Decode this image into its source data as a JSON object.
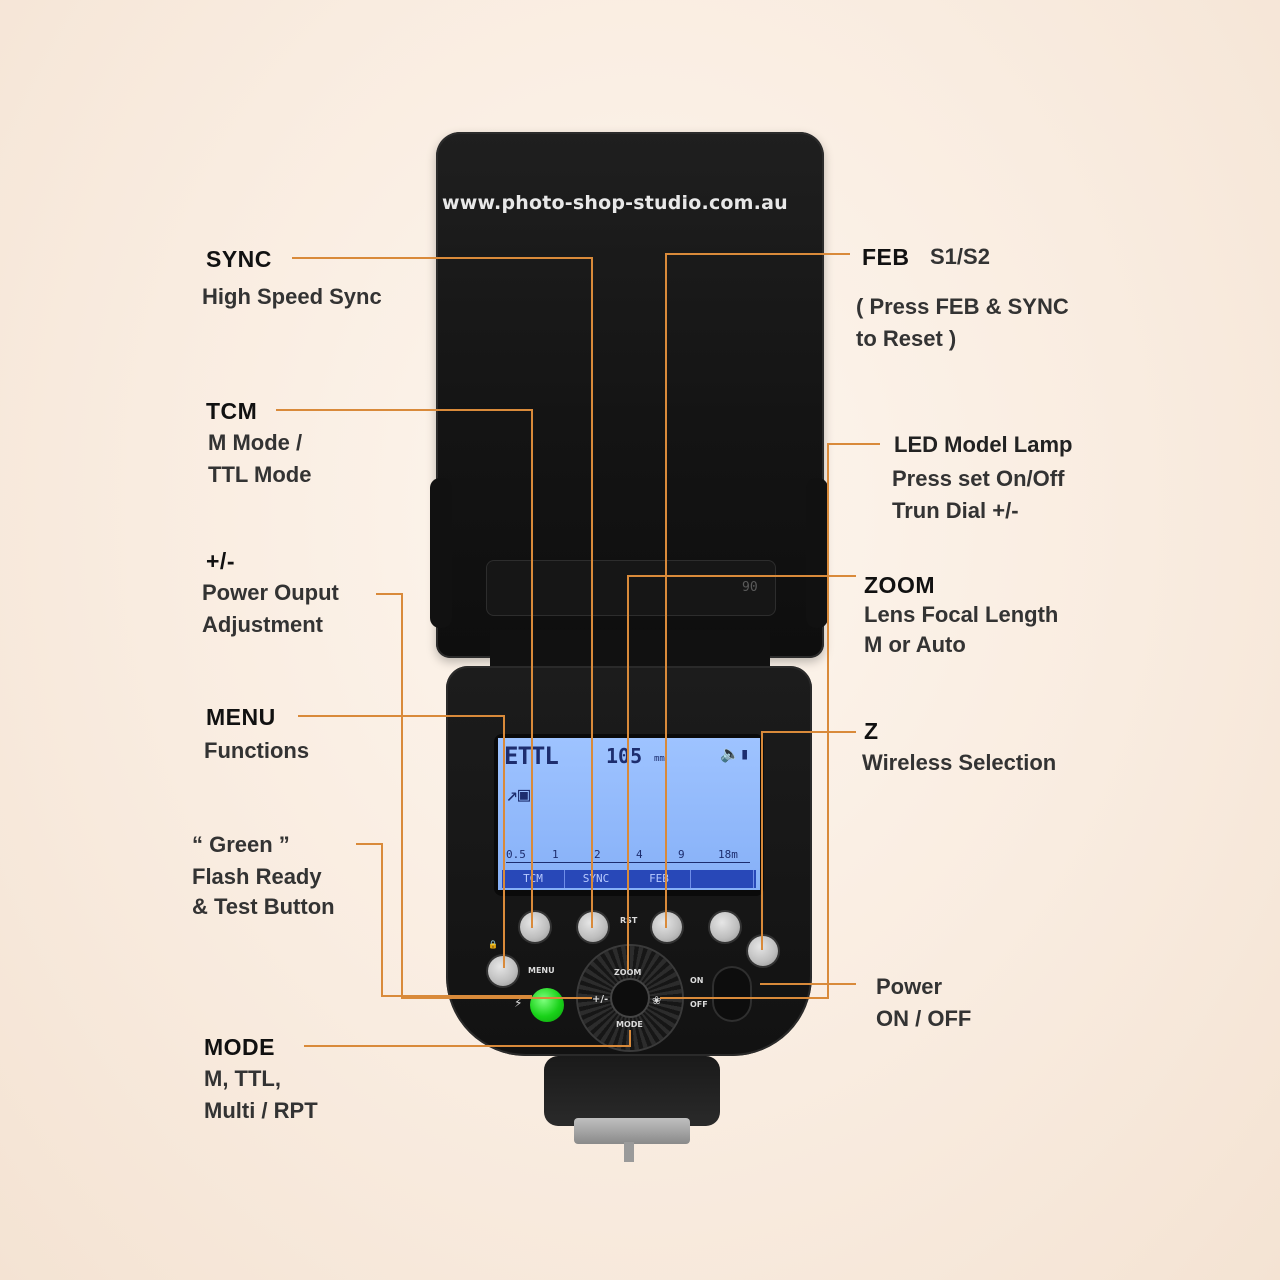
{
  "watermark": "www.photo-shop-studio.com.au",
  "lcd": {
    "mode": "ETTL",
    "zoom": "105",
    "zoom_unit": "mm",
    "scale": [
      "0.5",
      "1",
      "2",
      "4",
      "9",
      "18m"
    ],
    "soft_labels": [
      "TCM",
      "SYNC",
      "FEB"
    ]
  },
  "device_labels": {
    "menu": "MENU",
    "rst": "RST",
    "zoom": "ZOOM",
    "mode": "MODE",
    "plus_minus": "+/-",
    "on": "ON",
    "off": "OFF"
  },
  "callouts": {
    "sync": {
      "title": "SYNC",
      "desc": "High Speed Sync"
    },
    "tcm": {
      "title": "TCM",
      "desc1": "M Mode /",
      "desc2": "TTL Mode"
    },
    "power_output": {
      "title": "+/-",
      "desc1": "Power Ouput",
      "desc2": "Adjustment"
    },
    "menu": {
      "title": "MENU",
      "desc": "Functions"
    },
    "green": {
      "desc1": "“ Green ”",
      "desc2": "Flash Ready",
      "desc3": "& Test Button"
    },
    "mode": {
      "title": "MODE",
      "desc1": "M, TTL,",
      "desc2": "Multi / RPT"
    },
    "feb": {
      "title": "FEB",
      "sub": "S1/S2",
      "desc1": "( Press FEB & SYNC",
      "desc2": "to Reset )"
    },
    "led": {
      "title": "LED Model Lamp",
      "desc1": "Press set On/Off",
      "desc2": "Trun Dial +/-"
    },
    "zoom": {
      "title": "ZOOM",
      "desc1": "Lens Focal Length",
      "desc2": "M or Auto"
    },
    "z": {
      "title": "Z",
      "desc": "Wireless Selection"
    },
    "power": {
      "title": "Power",
      "desc": "ON / OFF"
    }
  },
  "colors": {
    "leader_line": "#d98a3a",
    "lcd_background": "#9ec3ff",
    "ready_button": "#19d219"
  }
}
